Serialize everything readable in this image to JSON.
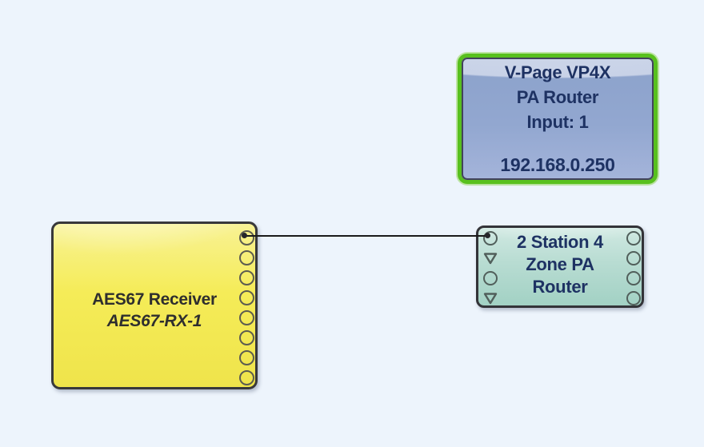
{
  "app": {
    "view": "audio-routing-diagram-canvas"
  },
  "colors": {
    "background": "#edf4fc",
    "selection_green": "#58c01e",
    "node_yellow": "#f5ec58",
    "node_teal": "#b8dcd2",
    "node_blue": "#92a7d0",
    "text_navy": "#1e3263",
    "text_dark": "#2e2e2e",
    "wire": "#1a1a1a"
  },
  "nodes": {
    "pa_router": {
      "line1": "V-Page VP4X",
      "line2": "PA Router",
      "line3": "Input: 1",
      "ip": "192.168.0.250",
      "selected": true
    },
    "aes67_receiver": {
      "title": "AES67 Receiver",
      "subtitle": "AES67-RX-1",
      "output_port_count": 8
    },
    "zone_router": {
      "line1": "2 Station 4",
      "line2": "Zone PA",
      "line3": "Router",
      "left_port_shapes": [
        "circle",
        "triangle",
        "circle",
        "triangle"
      ],
      "right_port_shapes": [
        "circle",
        "circle",
        "circle",
        "circle"
      ]
    }
  },
  "connections": [
    {
      "from": "aes67_receiver output 1",
      "to": "zone_router input 1"
    }
  ]
}
